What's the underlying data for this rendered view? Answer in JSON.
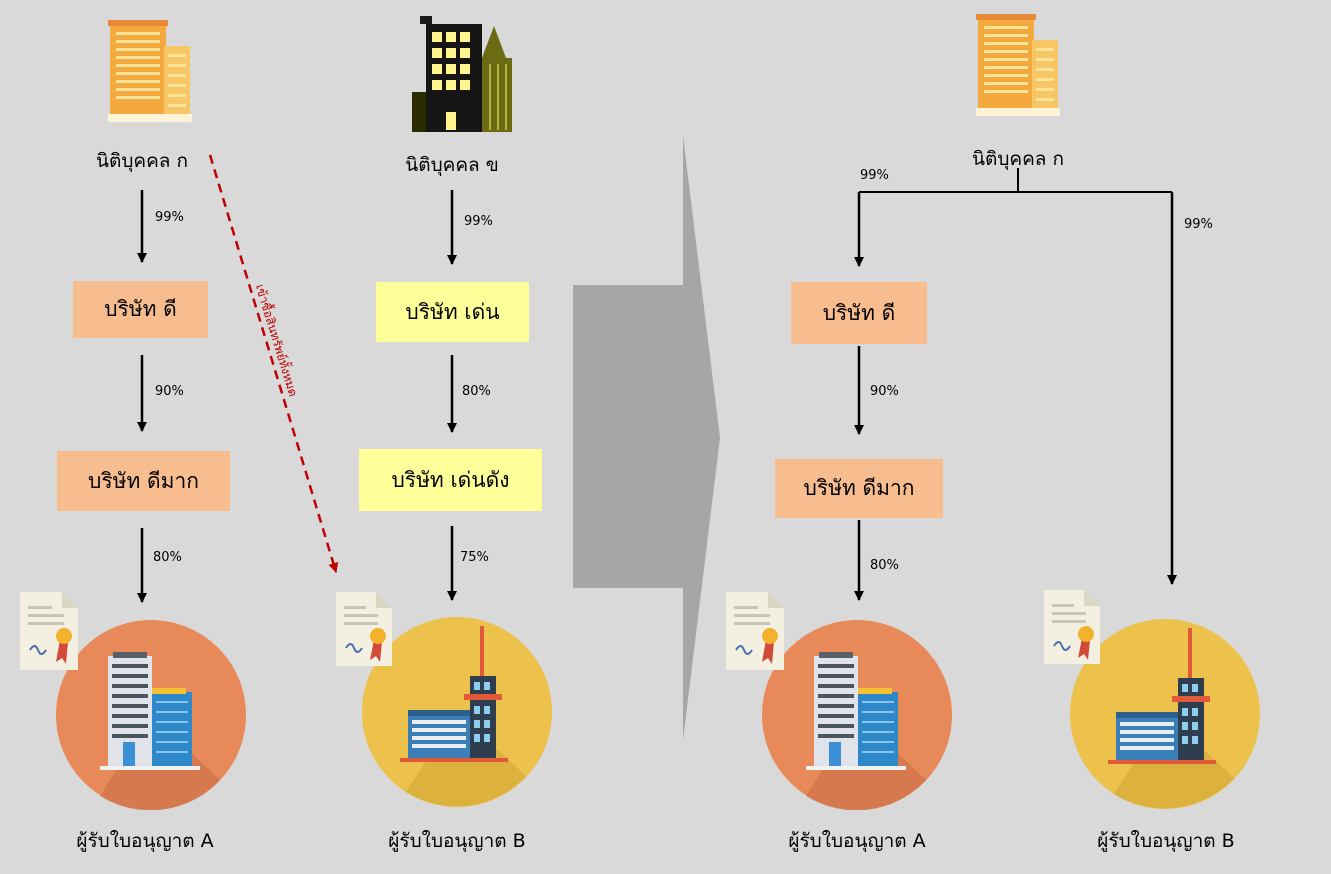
{
  "left_panel": {
    "entity_a": {
      "label": "นิติบุคคล ก",
      "icon": "orange-office-building-icon"
    },
    "entity_b": {
      "label": "นิติบุคคล ข",
      "icon": "dark-skyscraper-icon"
    },
    "chain_a": {
      "pct_1": "99%",
      "company_1": "บริษัท ดี",
      "pct_2": "90%",
      "company_2": "บริษัท ดีมาก",
      "pct_3": "80%",
      "licensee": "ผู้รับใบอนุญาต A"
    },
    "chain_b": {
      "pct_1": "99%",
      "company_1": "บริษัท เด่น",
      "pct_2": "80%",
      "company_2": "บริษัท เด่นดัง",
      "pct_3": "75%",
      "licensee": "ผู้รับใบอนุญาต B"
    },
    "diagonal_note": "เข้าซื้อสินทรัพย์ทั้งหมด"
  },
  "right_panel": {
    "entity_a": {
      "label": "นิติบุคคล ก",
      "icon": "orange-office-building-icon"
    },
    "left_branch_pct": "99%",
    "right_branch_pct": "99%",
    "company_1": "บริษัท ดี",
    "pct_2": "90%",
    "company_2": "บริษัท ดีมาก",
    "pct_3": "80%",
    "licensee_a": "ผู้รับใบอนุญาต A",
    "licensee_b": "ผู้รับใบอนุญาต B"
  },
  "colors": {
    "background": "#d9d9d9",
    "orange_box": "#f8bd8e",
    "yellow_box": "#ffff99",
    "orange_circle": "#e8895a",
    "yellow_circle": "#ecc24c",
    "dashed_arrow": "#c00000",
    "transition_arrow": "#a6a6a6"
  }
}
